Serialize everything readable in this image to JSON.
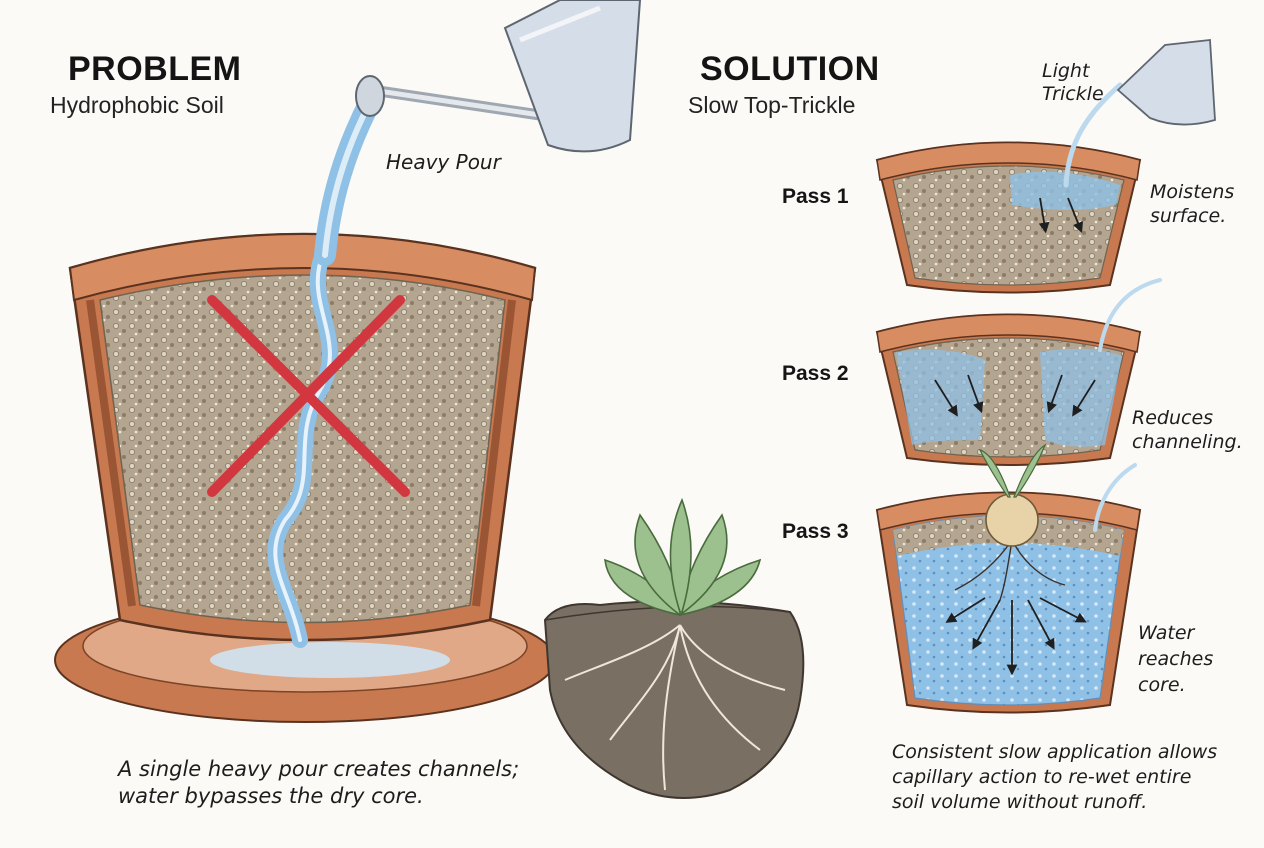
{
  "problem": {
    "heading": "PROBLEM",
    "subheading": "Hydrophobic Soil",
    "pour_label": "Heavy Pour",
    "caption": "A single heavy pour creates channels;\nwater bypasses the dry core."
  },
  "solution": {
    "heading": "SOLUTION",
    "subheading": "Slow Top-Trickle",
    "trickle_label": "Light\nTrickle",
    "passes": [
      {
        "label": "Pass 1",
        "note": "Moistens\nsurface."
      },
      {
        "label": "Pass 2",
        "note": "Reduces\nchanneling."
      },
      {
        "label": "Pass 3",
        "note": "Water\nreaches\ncore."
      }
    ],
    "caption": "Consistent slow application allows\ncapillary action to re-wet entire\nsoil volume without runoff."
  },
  "colors": {
    "terracotta": "#c8794f",
    "terracotta_dark": "#9a5535",
    "soil": "#a39480",
    "water": "#8fc0e6",
    "cross": "#d2373f",
    "succulent": "#9cc08e"
  }
}
